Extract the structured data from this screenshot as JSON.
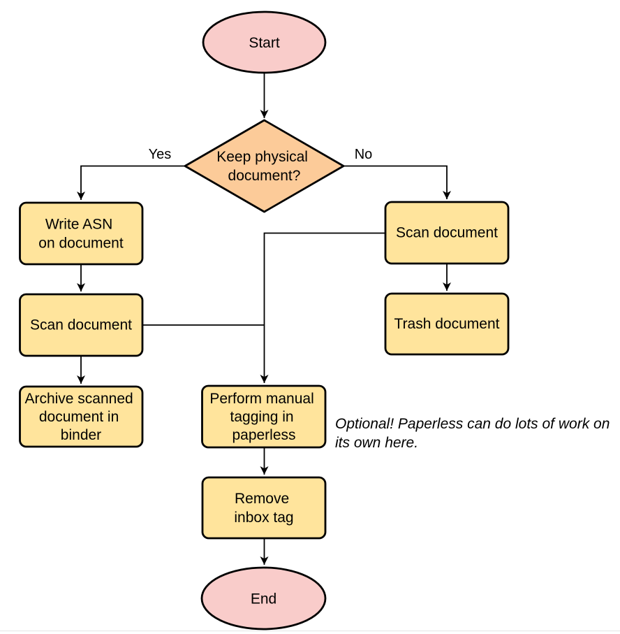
{
  "colors": {
    "terminator_fill": "#F9CCCA",
    "decision_fill": "#FCCB99",
    "process_fill": "#FFE49C",
    "stroke": "#000000",
    "bottom_border": "#EBEBEB"
  },
  "nodes": {
    "start": {
      "label": "Start"
    },
    "decision": {
      "line1": "Keep physical",
      "line2": "document?"
    },
    "write_asn": {
      "line1": "Write ASN",
      "line2": "on document"
    },
    "scan_left": {
      "label": "Scan document"
    },
    "archive": {
      "line1": "Archive scanned",
      "line2": "document in",
      "line3": "binder"
    },
    "scan_right": {
      "label": "Scan document"
    },
    "trash": {
      "label": "Trash document"
    },
    "tagging": {
      "line1": "Perform manual",
      "line2": "tagging in",
      "line3": "paperless"
    },
    "remove_inbox": {
      "line1": "Remove",
      "line2": "inbox tag"
    },
    "end": {
      "label": "End"
    }
  },
  "edge_labels": {
    "yes": "Yes",
    "no": "No"
  },
  "annotation": {
    "line1": "Optional! Paperless can do lots of work on",
    "line2": "its own here."
  }
}
